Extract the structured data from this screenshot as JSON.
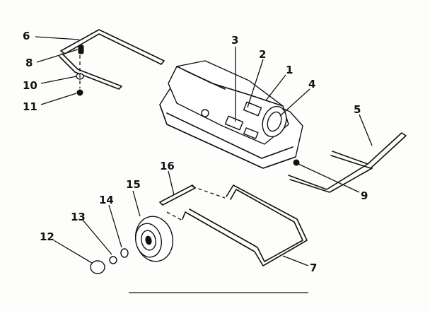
{
  "diagram": {
    "callouts": [
      {
        "id": "c6",
        "label": "6"
      },
      {
        "id": "c8",
        "label": "8"
      },
      {
        "id": "c10",
        "label": "10"
      },
      {
        "id": "c11",
        "label": "11"
      },
      {
        "id": "c3",
        "label": "3"
      },
      {
        "id": "c2",
        "label": "2"
      },
      {
        "id": "c1",
        "label": "1"
      },
      {
        "id": "c4",
        "label": "4"
      },
      {
        "id": "c5",
        "label": "5"
      },
      {
        "id": "c9",
        "label": "9"
      },
      {
        "id": "c16",
        "label": "16"
      },
      {
        "id": "c15",
        "label": "15"
      },
      {
        "id": "c14",
        "label": "14"
      },
      {
        "id": "c13",
        "label": "13"
      },
      {
        "id": "c12",
        "label": "12"
      },
      {
        "id": "c7",
        "label": "7"
      }
    ]
  }
}
